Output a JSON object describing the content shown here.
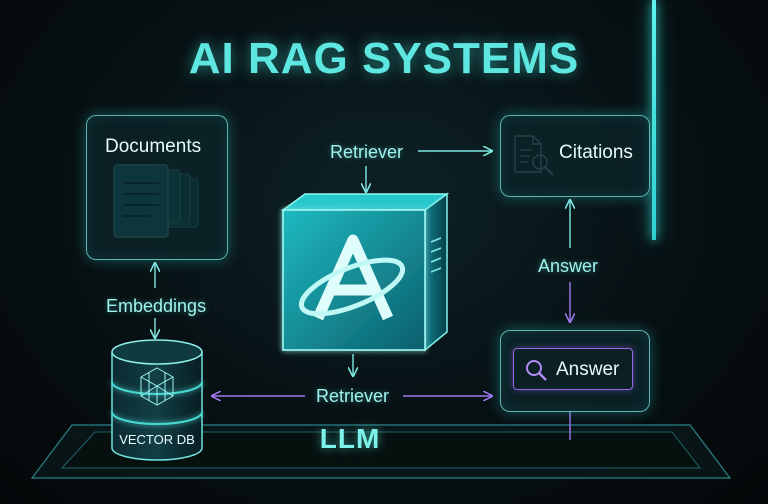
{
  "title": "AI RAG SYSTEMS",
  "nodes": {
    "documents": "Documents",
    "citations": "Citations",
    "answer_box": "Answer",
    "vector_db": "VECTOR DB",
    "llm": "LLM"
  },
  "edges": {
    "retriever_top": "Retriever",
    "retriever_bottom": "Retriever",
    "embeddings": "Embeddings",
    "answer": "Answer"
  },
  "icons": [
    "documents-stack-icon",
    "citation-search-icon",
    "search-icon",
    "ai-cube-logo-icon",
    "vector-db-cylinder-icon"
  ],
  "colors": {
    "accent": "#5ee7e0",
    "purple": "#9a67e8",
    "background": "#071013"
  }
}
